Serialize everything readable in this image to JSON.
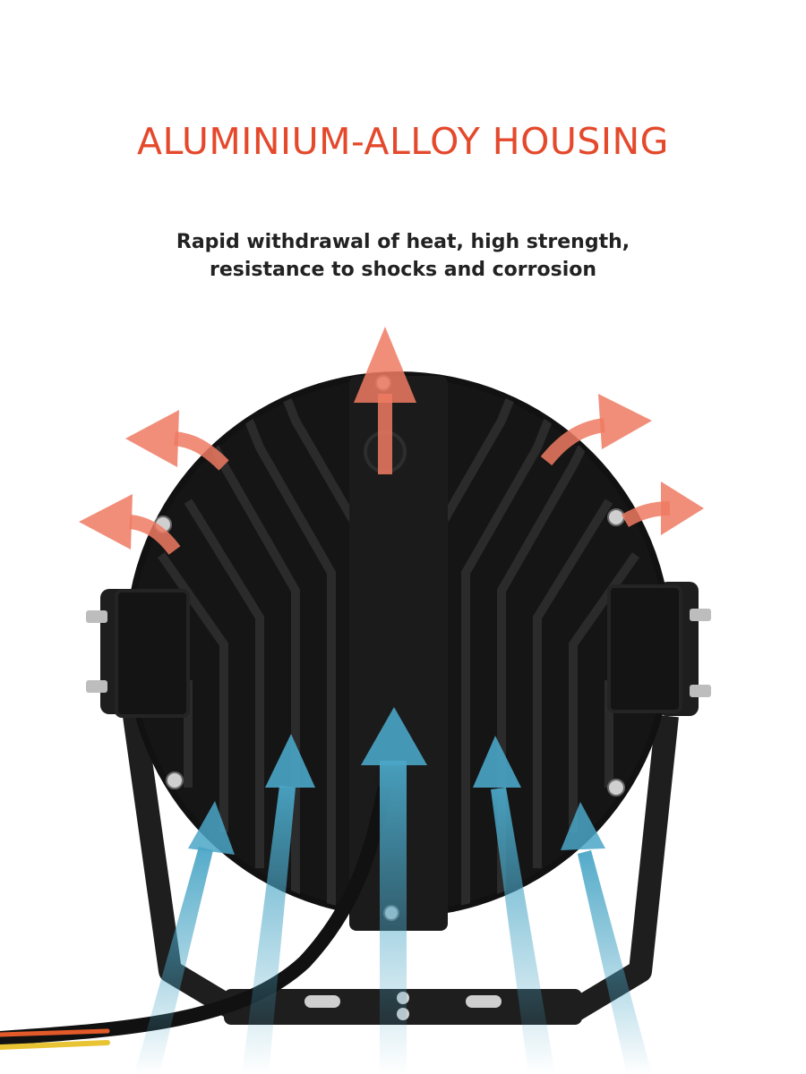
{
  "headline": {
    "title": "ALUMINIUM-ALLOY HOUSING",
    "subtitle": "Rapid withdrawal of heat, high strength, resistance to shocks and corrosion"
  },
  "colors": {
    "title": "#e4492c",
    "housing": "#151515",
    "fin": "#2a2a2a",
    "hot_arrow": "#ef7a63",
    "cool_arrow": "#4aa6c6",
    "bracket": "#1e1e1e"
  },
  "illustration": {
    "hot_arrows": "heat-out-arrows",
    "cool_arrows": "airflow-in-arrows",
    "wires": [
      "#111111",
      "#e8c334",
      "#e25a2a"
    ]
  }
}
